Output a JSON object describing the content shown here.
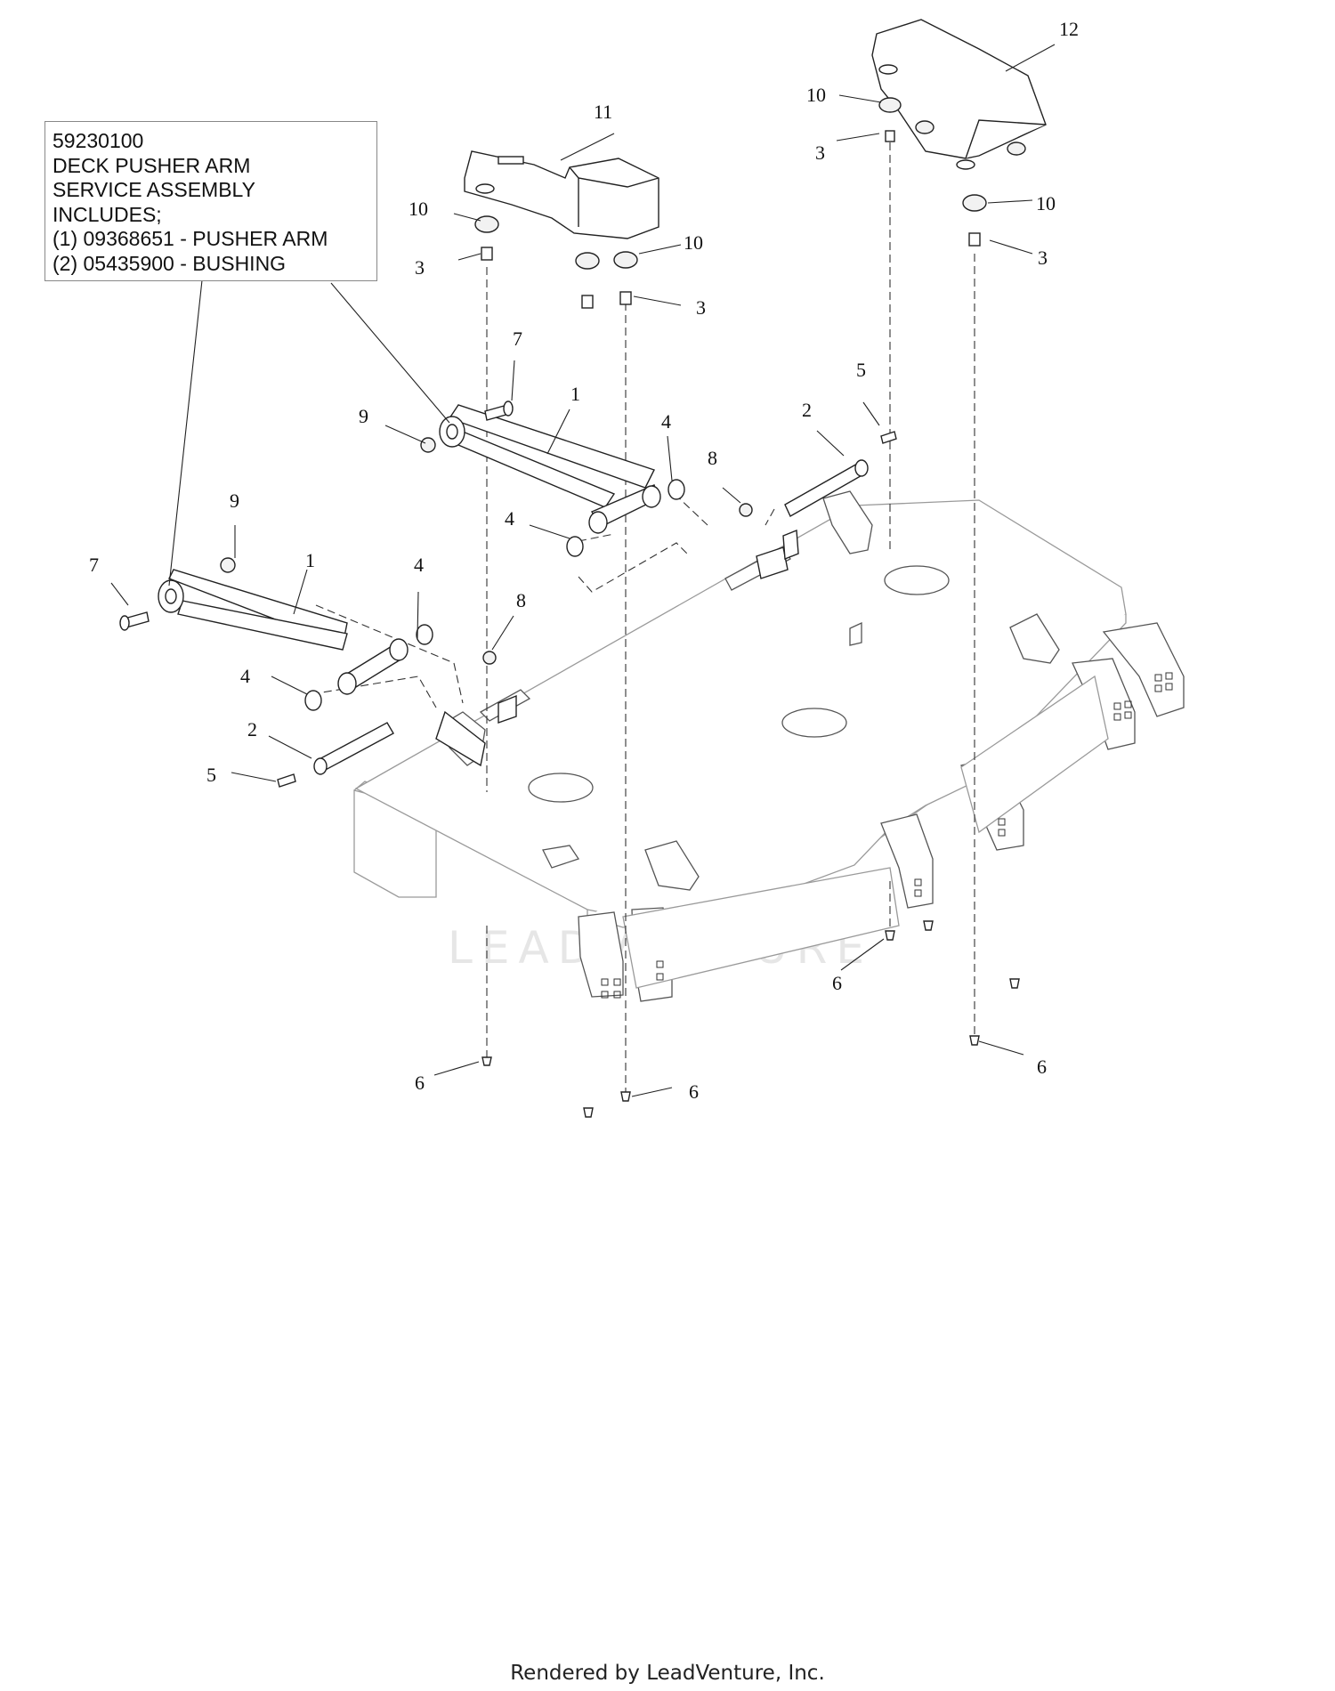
{
  "callout": {
    "line1": "59230100",
    "line2": "DECK PUSHER ARM",
    "line3": "SERVICE ASSEMBLY",
    "line4": "INCLUDES;",
    "line5": "(1) 09368651 - PUSHER ARM",
    "line6": "(2) 05435900 - BUSHING"
  },
  "labels": {
    "l11": "11",
    "l12": "12",
    "l10a": "10",
    "l10b": "10",
    "l10c": "10",
    "l10d": "10",
    "l3a": "3",
    "l3b": "3",
    "l3c": "3",
    "l3d": "3",
    "l7a": "7",
    "l7b": "7",
    "l1a": "1",
    "l1b": "1",
    "l9a": "9",
    "l9b": "9",
    "l4a": "4",
    "l4b": "4",
    "l4c": "4",
    "l4d": "4",
    "l8a": "8",
    "l8b": "8",
    "l5a": "5",
    "l5b": "5",
    "l2a": "2",
    "l2b": "2",
    "l6a": "6",
    "l6b": "6",
    "l6c": "6",
    "l6d": "6"
  },
  "watermark": {
    "text": "LEADVENTURE"
  },
  "footer": {
    "text": "Rendered by LeadVenture, Inc."
  }
}
